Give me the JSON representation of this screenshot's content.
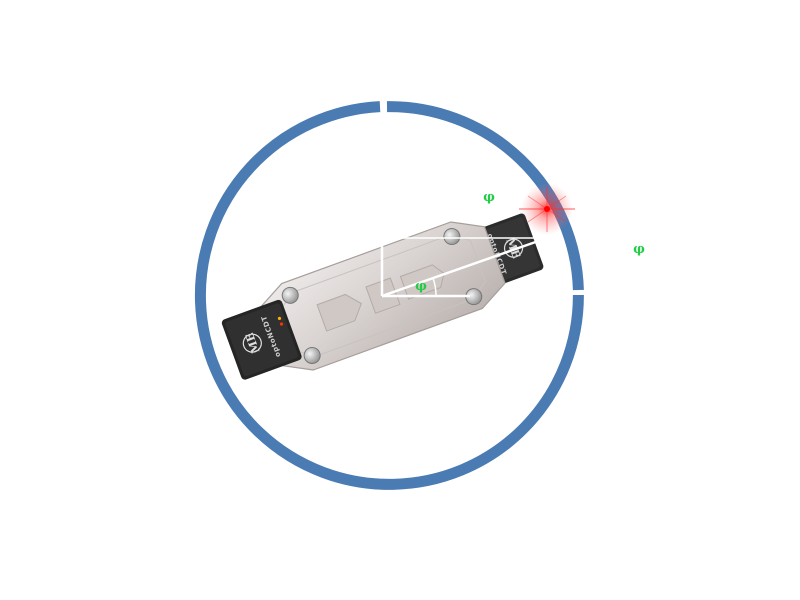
{
  "diagram": {
    "angle_symbol": "φ",
    "sensor_brand": "optoNCDT",
    "sensor_logo": "ME",
    "colors": {
      "ring": "#4a7bb3",
      "angle_label": "#22cc44",
      "laser": "#ff1a1a",
      "plate": "#d8d4d2",
      "sensor_body": "#2b2b2b",
      "guide_lines": "#ffffff"
    },
    "icons": {
      "laser_spot": "laser-spot-icon",
      "sensor_logo": "me-logo-icon"
    }
  }
}
